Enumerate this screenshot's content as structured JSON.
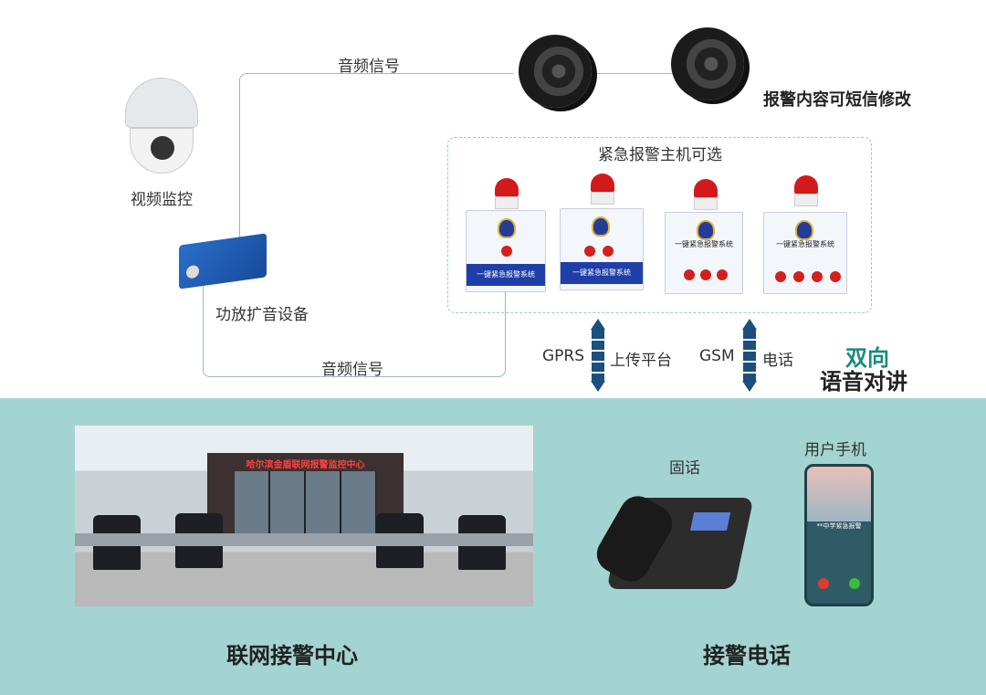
{
  "labels": {
    "camera": "视频监控",
    "amplifier": "功放扩音设备",
    "audio_top": "音频信号",
    "audio_bottom": "音频信号",
    "speaker_note": "报警内容可短信修改",
    "host_title": "紧急报警主机可选",
    "gprs": "GPRS",
    "upload": "上传平台",
    "gsm": "GSM",
    "call": "电话",
    "intercom_1": "双向",
    "intercom_2": "语音对讲",
    "landline": "固话",
    "mobile": "用户手机",
    "center": "联网接警中心",
    "alarm_phone": "接警电话"
  },
  "devices": [
    {
      "label": "一键紧急报警系统"
    },
    {
      "label": "一键紧急报警系统"
    },
    {
      "label": "一键紧急报警系统"
    },
    {
      "label": "一键紧急报警系统"
    }
  ],
  "photo_sign": "哈尔滨金盾联网报警监控中心",
  "phone_screen": "**中学紧急报警",
  "colors": {
    "bottom_band": "#a4d4d2",
    "arrow": "#1c4f7c",
    "intercom_accent": "#1a8a7c"
  }
}
